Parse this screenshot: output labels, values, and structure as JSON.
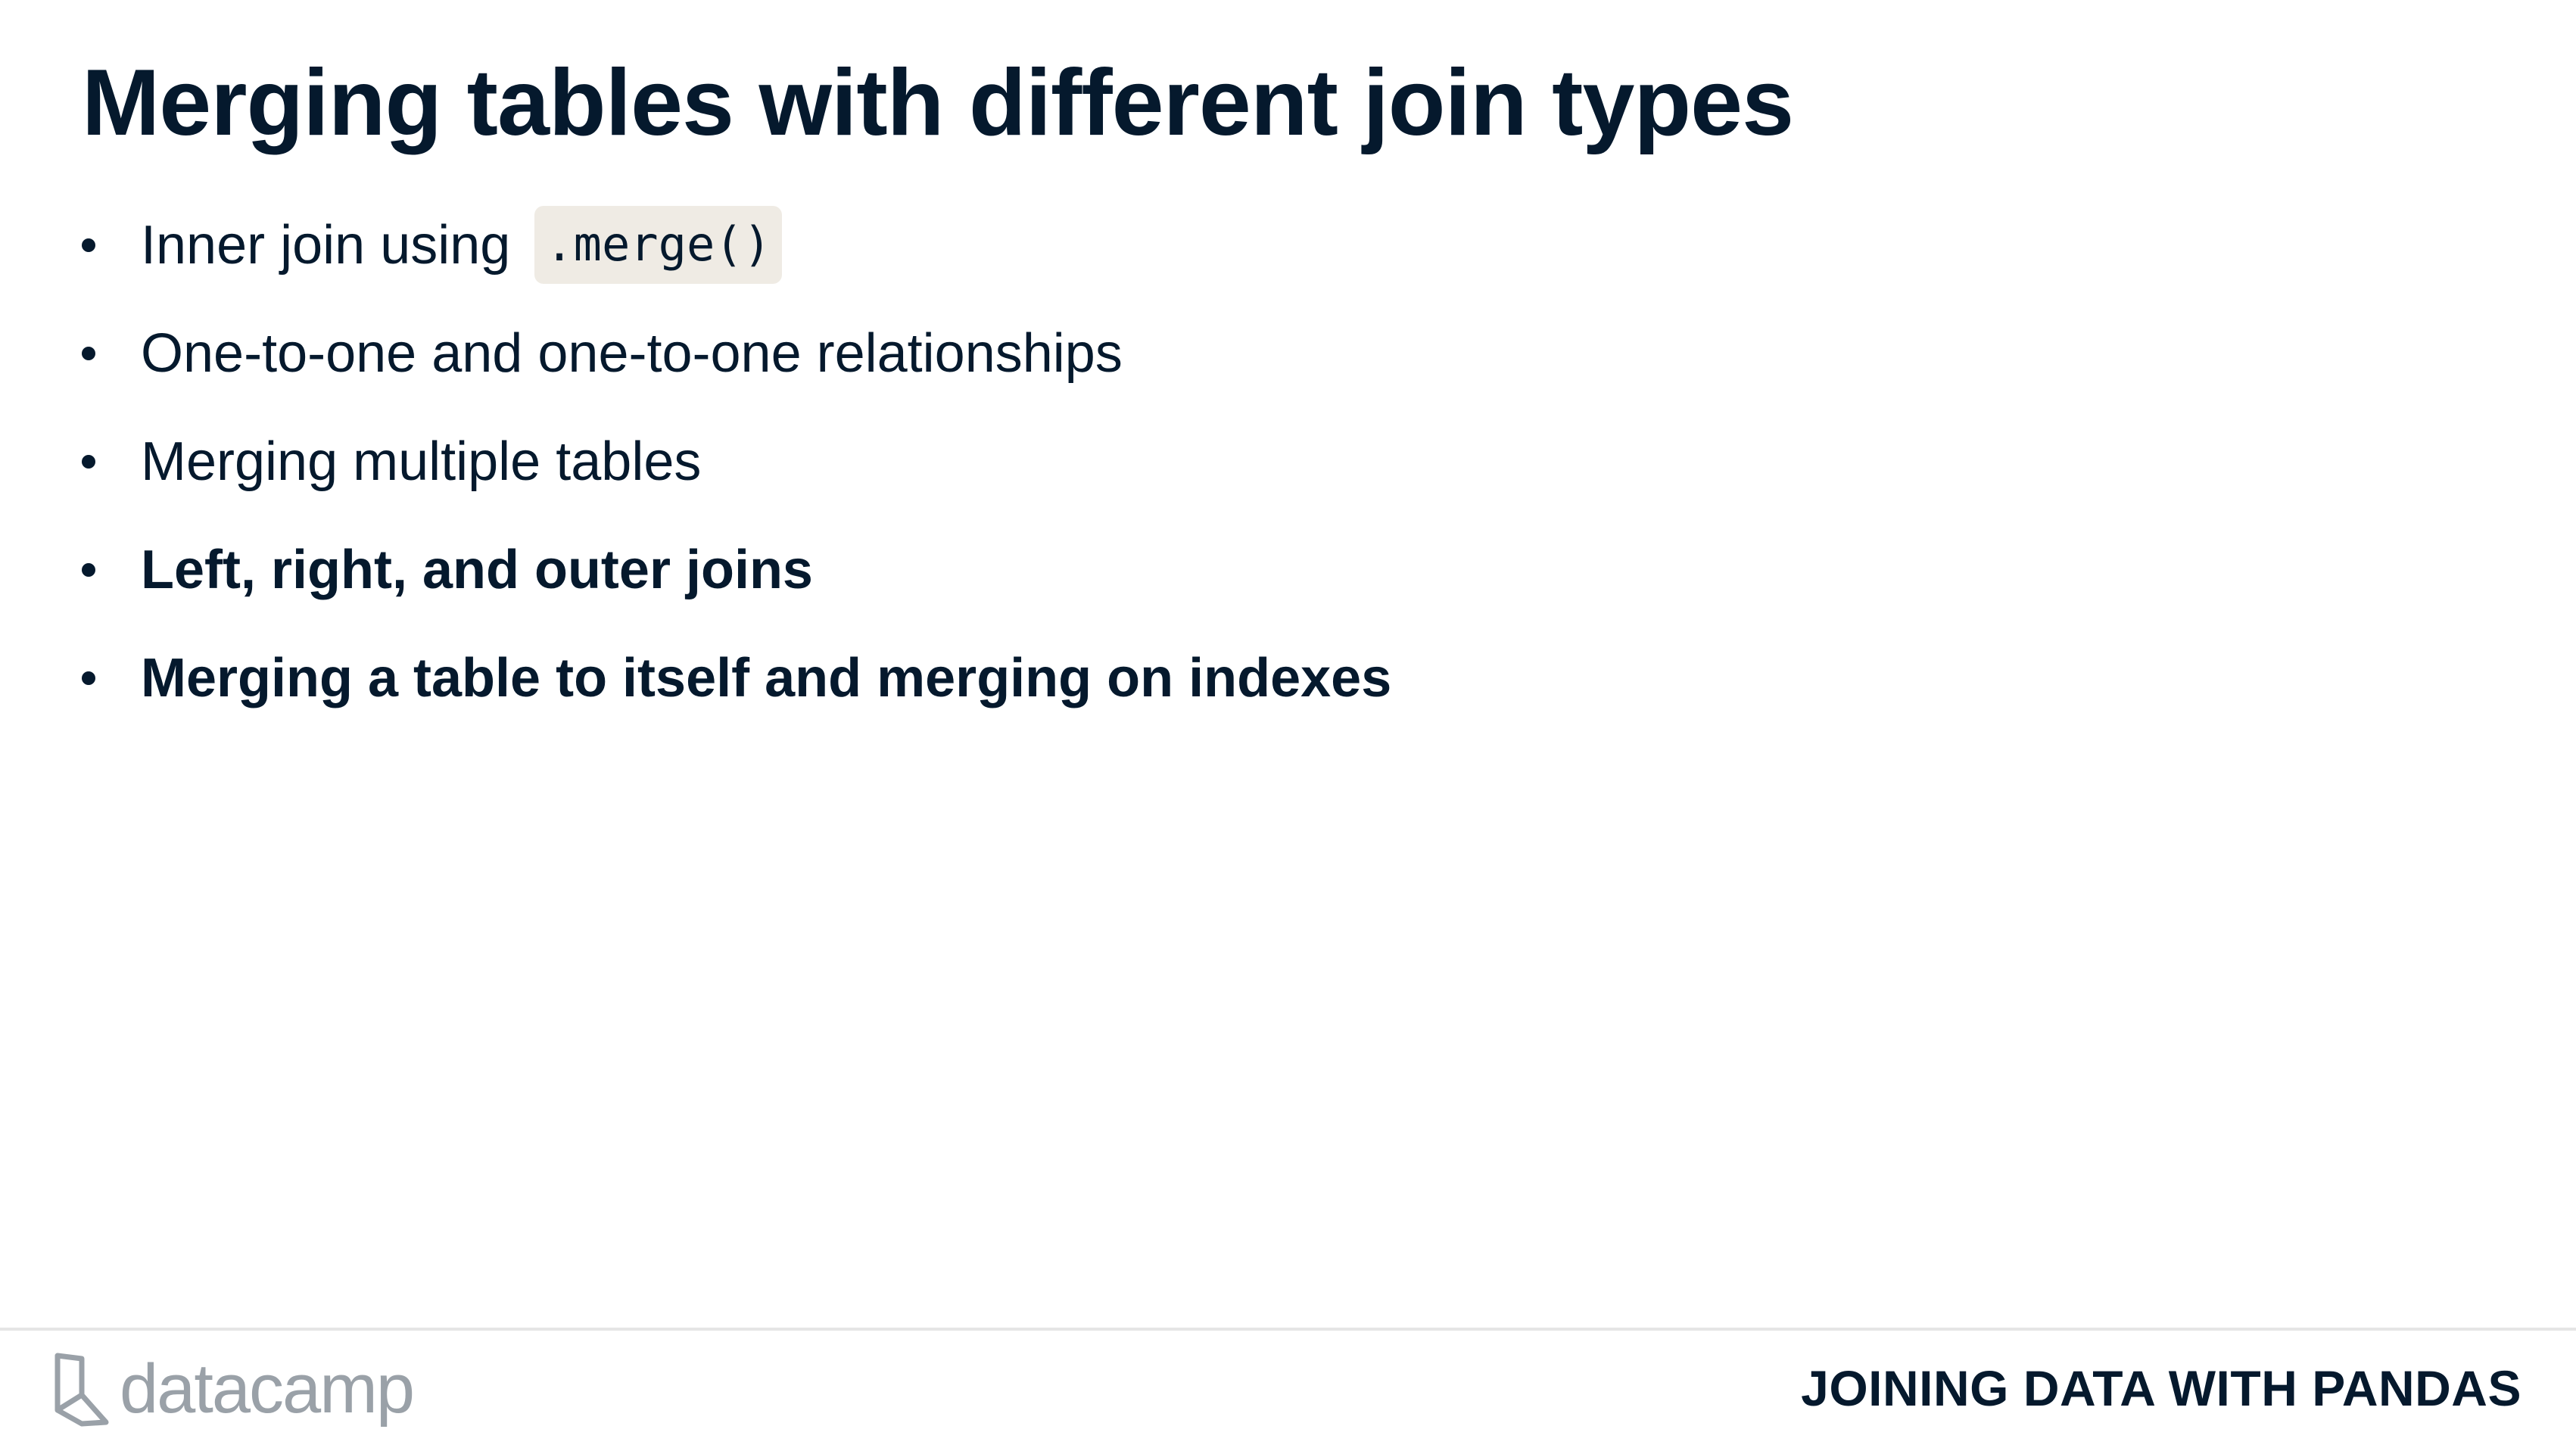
{
  "slide": {
    "title": "Merging tables with different join types"
  },
  "bullets": [
    {
      "text": "Inner join using",
      "code": ".merge()",
      "bold": false
    },
    {
      "text": "One-to-one and one-to-one relationships",
      "bold": false
    },
    {
      "text": "Merging multiple tables",
      "bold": false
    },
    {
      "text": "Left, right, and outer joins",
      "bold": true
    },
    {
      "text": "Merging a table to itself and merging on indexes",
      "bold": true
    }
  ],
  "footer": {
    "logo_text": "datacamp",
    "logo_icon": "datacamp-logo-icon",
    "course_name": "JOINING DATA WITH PANDAS"
  },
  "colors": {
    "text": "#05192d",
    "code_background": "#efebe4",
    "logo_gray": "#9aa1a8",
    "divider": "#e5e5e5"
  }
}
